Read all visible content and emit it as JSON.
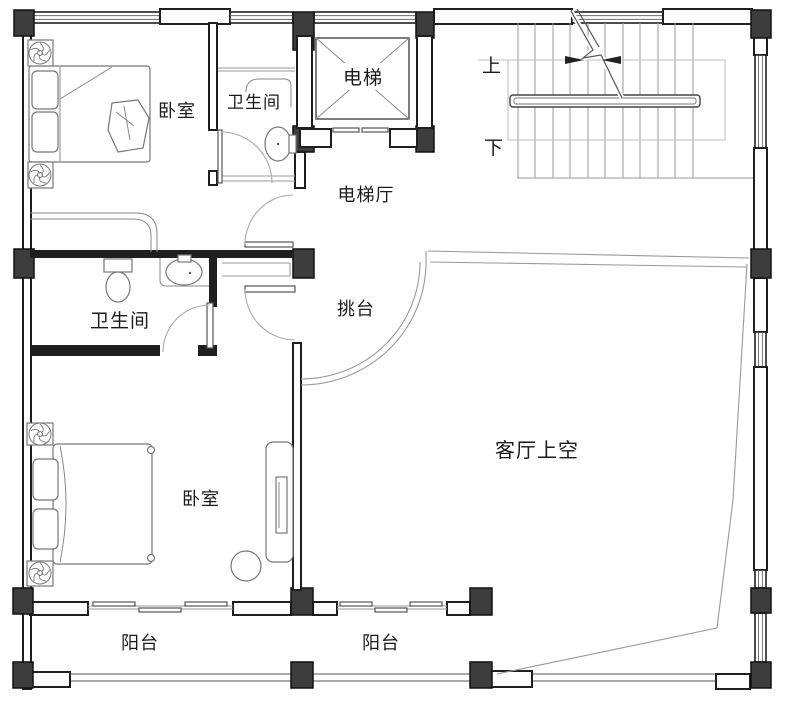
{
  "colors": {
    "background": "#ffffff",
    "wall": "#1f1f1f",
    "column_fill": "#3d3d3d",
    "light_line": "#9a9a9a",
    "furniture_line": "#777777",
    "text": "#1a1a1a"
  },
  "labels": {
    "bedroom_top": "卧室",
    "bathroom_top": "卫生间",
    "elevator": "电梯",
    "elevator_hall": "电梯厅",
    "stairs_up": "上",
    "stairs_down": "下",
    "bathroom_mid": "卫生间",
    "cantilever_deck": "挑台",
    "living_room_void": "客厅上空",
    "bedroom_bottom": "卧室",
    "balcony_left": "阳台",
    "balcony_right": "阳台"
  }
}
